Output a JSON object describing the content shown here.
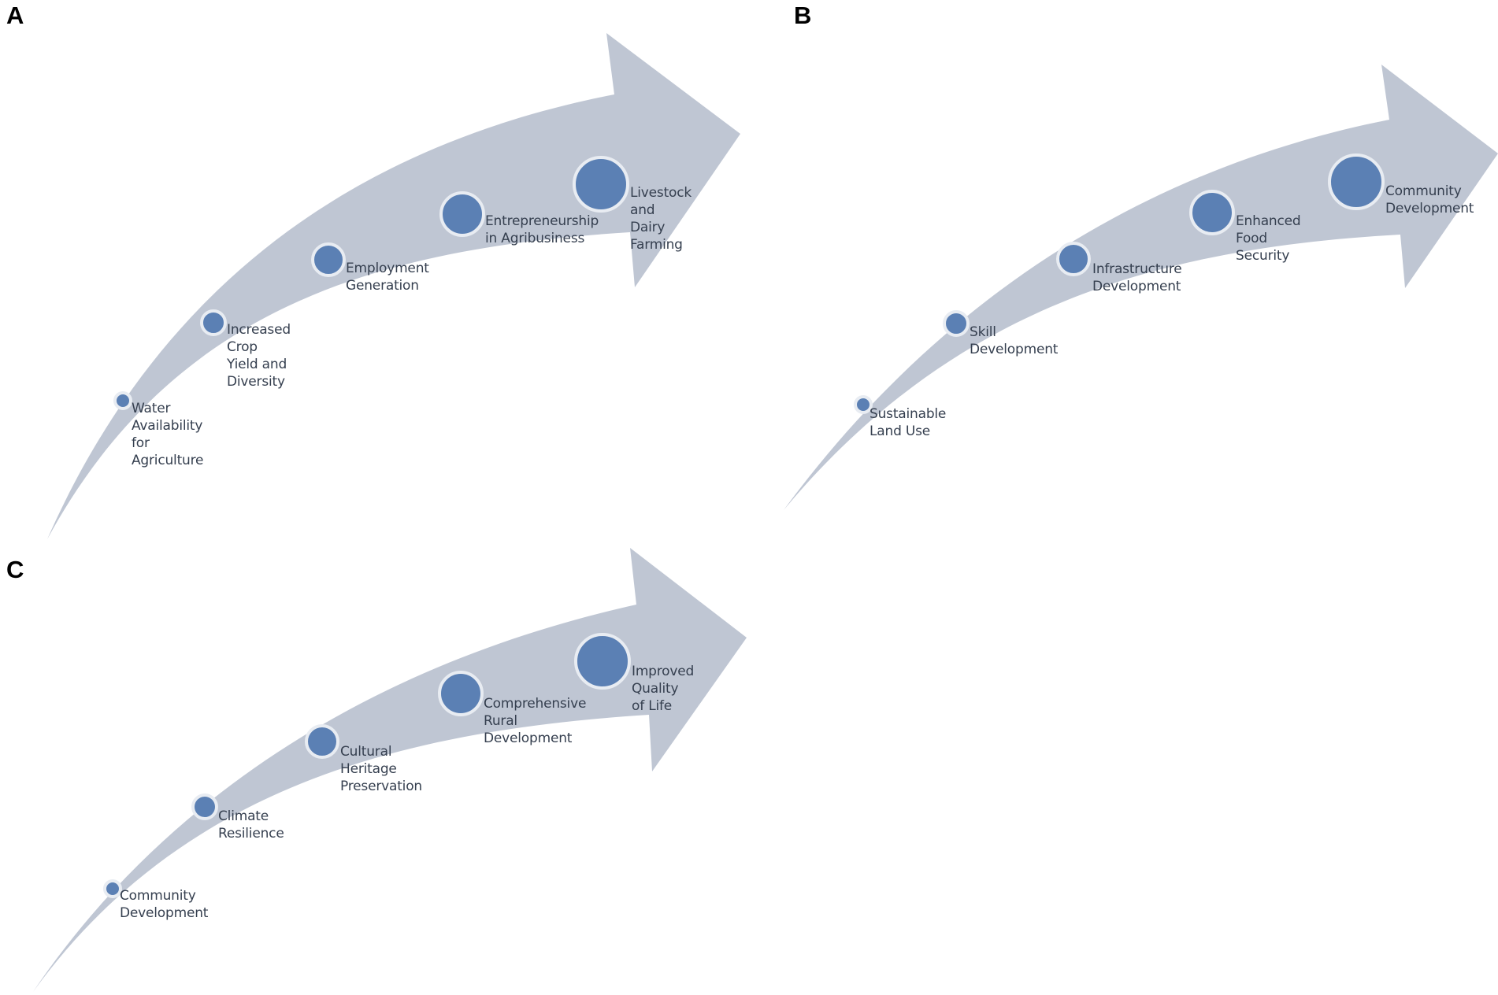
{
  "colors": {
    "arrow_fill": "#bfc6d3",
    "dot_fill": "#5b80b4",
    "dot_ring": "#e8ecf2",
    "label_text": "#353f4f"
  },
  "panels": [
    {
      "letter": "A",
      "steps": [
        {
          "label": "Water\nAvailability\nfor\nAgriculture"
        },
        {
          "label": "Increased Crop\nYield and\nDiversity"
        },
        {
          "label": "Employment\nGeneration"
        },
        {
          "label": "Entrepreneurship\nin Agribusiness"
        },
        {
          "label": "Livestock and\nDairy Farming"
        }
      ]
    },
    {
      "letter": "B",
      "steps": [
        {
          "label": "Sustainable\nLand Use"
        },
        {
          "label": "Skill\nDevelopment"
        },
        {
          "label": "Infrastructure\nDevelopment"
        },
        {
          "label": "Enhanced Food\nSecurity"
        },
        {
          "label": "Community\nDevelopment"
        }
      ]
    },
    {
      "letter": "C",
      "steps": [
        {
          "label": "Community\nDevelopment"
        },
        {
          "label": "Climate\nResilience"
        },
        {
          "label": "Cultural Heritage\nPreservation"
        },
        {
          "label": "Comprehensive\nRural\nDevelopment"
        },
        {
          "label": "Improved Quality\nof Life"
        }
      ]
    }
  ]
}
